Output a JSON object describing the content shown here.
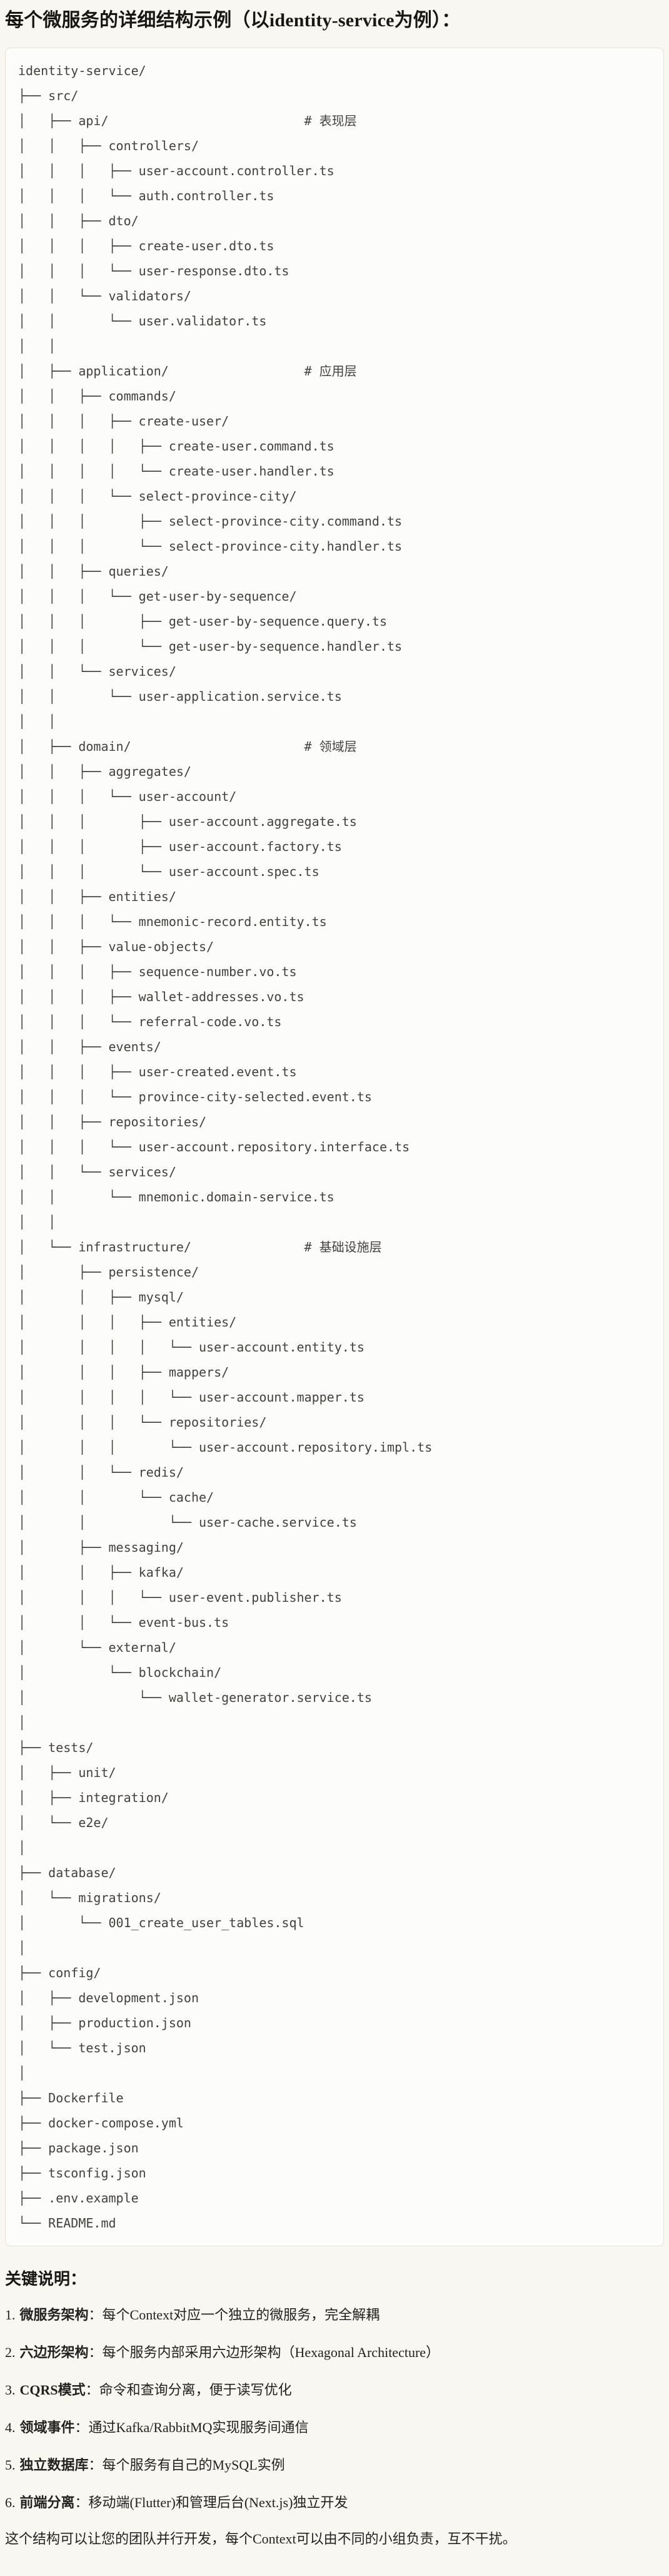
{
  "page": {
    "title": "每个微服务的详细结构示例（以identity-service为例）：",
    "notes_heading": "关键说明：",
    "closing": "这个结构可以让您的团队并行开发，每个Context可以由不同的小组负责，互不干扰。"
  },
  "tree": {
    "lines": [
      "identity-service/",
      "├── src/",
      "│   ├── api/                          # 表现层",
      "│   │   ├── controllers/",
      "│   │   │   ├── user-account.controller.ts",
      "│   │   │   └── auth.controller.ts",
      "│   │   ├── dto/",
      "│   │   │   ├── create-user.dto.ts",
      "│   │   │   └── user-response.dto.ts",
      "│   │   └── validators/",
      "│   │       └── user.validator.ts",
      "│   │",
      "│   ├── application/                  # 应用层",
      "│   │   ├── commands/",
      "│   │   │   ├── create-user/",
      "│   │   │   │   ├── create-user.command.ts",
      "│   │   │   │   └── create-user.handler.ts",
      "│   │   │   └── select-province-city/",
      "│   │   │       ├── select-province-city.command.ts",
      "│   │   │       └── select-province-city.handler.ts",
      "│   │   ├── queries/",
      "│   │   │   └── get-user-by-sequence/",
      "│   │   │       ├── get-user-by-sequence.query.ts",
      "│   │   │       └── get-user-by-sequence.handler.ts",
      "│   │   └── services/",
      "│   │       └── user-application.service.ts",
      "│   │",
      "│   ├── domain/                       # 领域层",
      "│   │   ├── aggregates/",
      "│   │   │   └── user-account/",
      "│   │   │       ├── user-account.aggregate.ts",
      "│   │   │       ├── user-account.factory.ts",
      "│   │   │       └── user-account.spec.ts",
      "│   │   ├── entities/",
      "│   │   │   └── mnemonic-record.entity.ts",
      "│   │   ├── value-objects/",
      "│   │   │   ├── sequence-number.vo.ts",
      "│   │   │   ├── wallet-addresses.vo.ts",
      "│   │   │   └── referral-code.vo.ts",
      "│   │   ├── events/",
      "│   │   │   ├── user-created.event.ts",
      "│   │   │   └── province-city-selected.event.ts",
      "│   │   ├── repositories/",
      "│   │   │   └── user-account.repository.interface.ts",
      "│   │   └── services/",
      "│   │       └── mnemonic.domain-service.ts",
      "│   │",
      "│   └── infrastructure/               # 基础设施层",
      "│       ├── persistence/",
      "│       │   ├── mysql/",
      "│       │   │   ├── entities/",
      "│       │   │   │   └── user-account.entity.ts",
      "│       │   │   ├── mappers/",
      "│       │   │   │   └── user-account.mapper.ts",
      "│       │   │   └── repositories/",
      "│       │   │       └── user-account.repository.impl.ts",
      "│       │   └── redis/",
      "│       │       └── cache/",
      "│       │           └── user-cache.service.ts",
      "│       ├── messaging/",
      "│       │   ├── kafka/",
      "│       │   │   └── user-event.publisher.ts",
      "│       │   └── event-bus.ts",
      "│       └── external/",
      "│           └── blockchain/",
      "│               └── wallet-generator.service.ts",
      "│",
      "├── tests/",
      "│   ├── unit/",
      "│   ├── integration/",
      "│   └── e2e/",
      "│",
      "├── database/",
      "│   └── migrations/",
      "│       └── 001_create_user_tables.sql",
      "│",
      "├── config/",
      "│   ├── development.json",
      "│   ├── production.json",
      "│   └── test.json",
      "│",
      "├── Dockerfile",
      "├── docker-compose.yml",
      "├── package.json",
      "├── tsconfig.json",
      "├── .env.example",
      "└── README.md"
    ]
  },
  "notes": {
    "items": [
      {
        "num": "1.",
        "label": "微服务架构",
        "text": "：每个Context对应一个独立的微服务，完全解耦"
      },
      {
        "num": "2.",
        "label": "六边形架构",
        "text": "：每个服务内部采用六边形架构（Hexagonal Architecture）"
      },
      {
        "num": "3.",
        "label": "CQRS模式",
        "text": "：命令和查询分离，便于读写优化"
      },
      {
        "num": "4.",
        "label": "领域事件",
        "text": "：通过Kafka/RabbitMQ实现服务间通信"
      },
      {
        "num": "5.",
        "label": "独立数据库",
        "text": "：每个服务有自己的MySQL实例"
      },
      {
        "num": "6.",
        "label": "前端分离",
        "text": "：移动端(Flutter)和管理后台(Next.js)独立开发"
      }
    ]
  }
}
